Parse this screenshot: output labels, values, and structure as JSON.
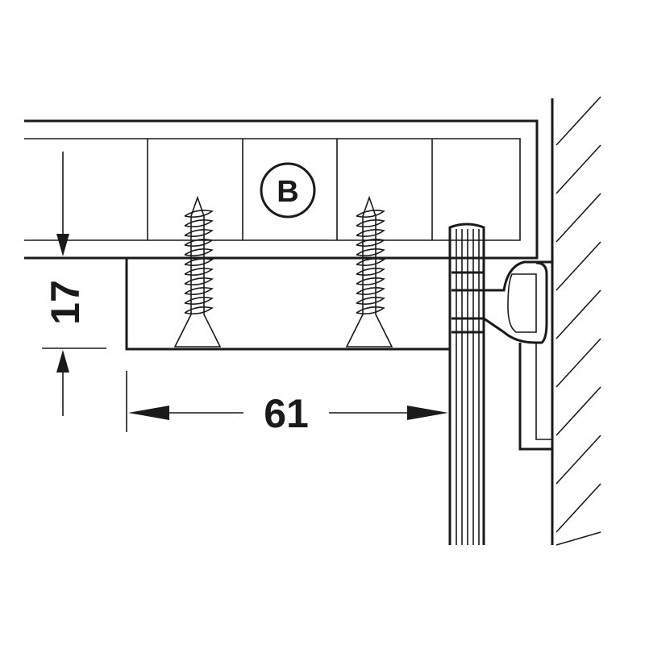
{
  "diagram": {
    "part_label": "B",
    "dimensions": {
      "height": "17",
      "width": "61"
    },
    "colors": {
      "line": "#1a1a1a",
      "background": "#ffffff"
    }
  }
}
